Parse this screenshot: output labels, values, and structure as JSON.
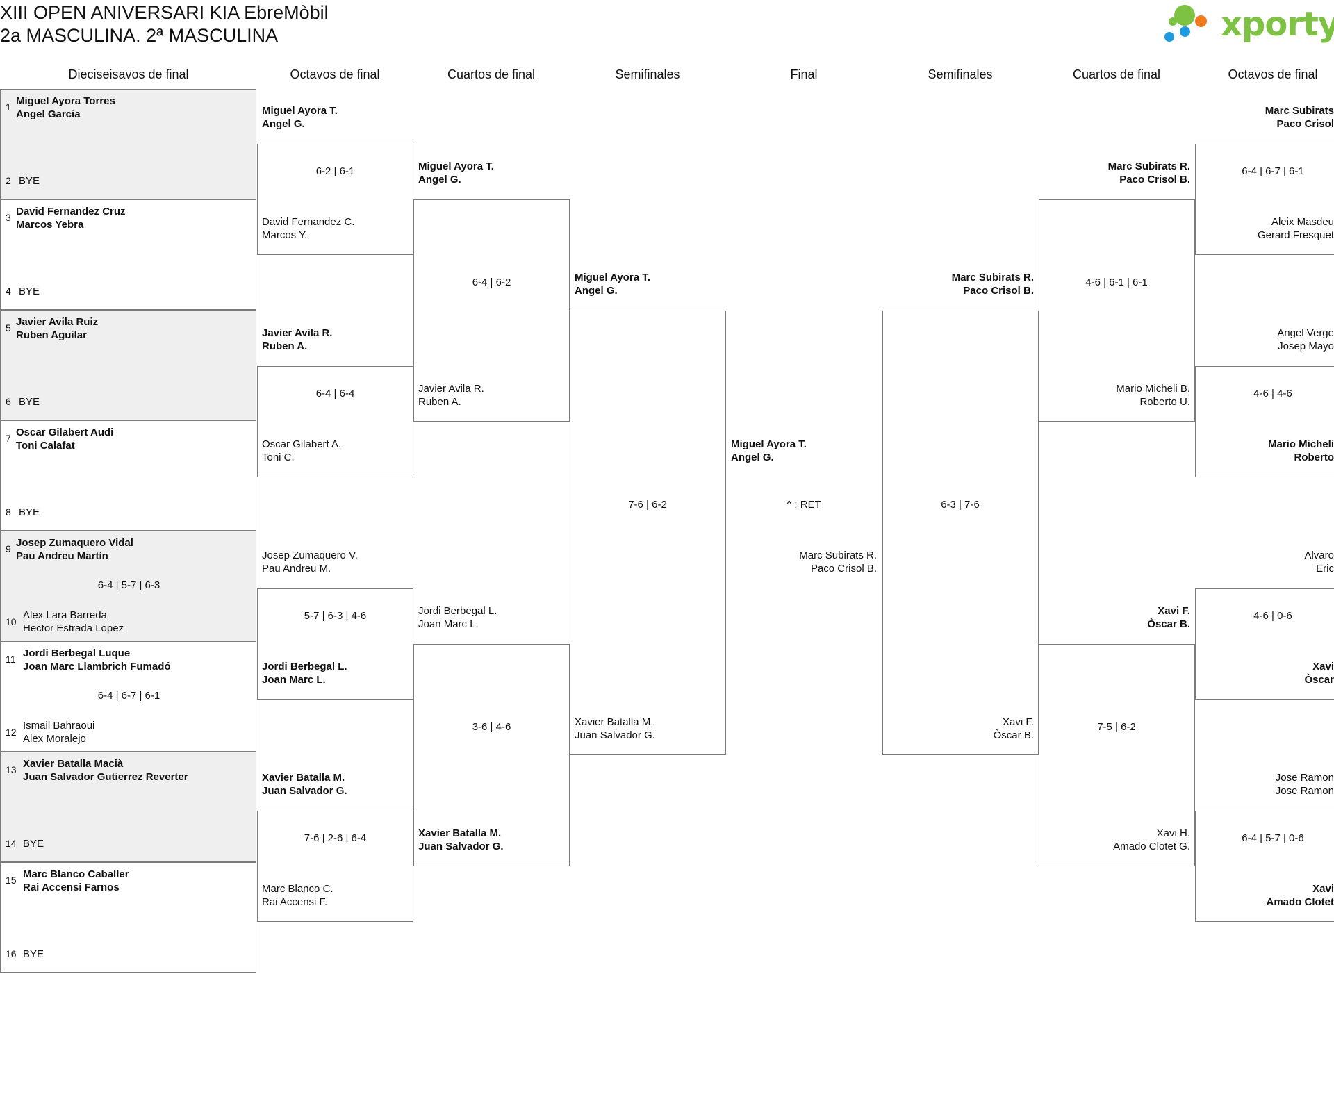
{
  "header": {
    "title_line1": "XIII OPEN ANIVERSARI KIA EbreMòbil",
    "title_line2": "2a MASCULINA. 2ª MASCULINA",
    "logo_text": "xporty",
    "logo_dot_colors": [
      "#7dc242",
      "#f07b1f",
      "#1e9be0",
      "#7dc242",
      "#1e9be0"
    ]
  },
  "colors": {
    "border": "#7a7a7a",
    "shade": "#efefef",
    "logo_green": "#7dc242",
    "logo_orange": "#f07b1f",
    "logo_blue": "#1e9be0"
  },
  "columns": [
    "Dieciseisavos de final",
    "Octavos de final",
    "Cuartos de final",
    "Semifinales",
    "Final",
    "Semifinales",
    "Cuartos de final",
    "Octavos de final"
  ],
  "round_of_32": [
    {
      "seed_a": "1",
      "a": "Miguel Ayora Torres\nAngel Garcia",
      "seed_b": "2",
      "b": "BYE",
      "winner": "a",
      "score": ""
    },
    {
      "seed_a": "3",
      "a": "David Fernandez Cruz\nMarcos Yebra",
      "seed_b": "4",
      "b": "BYE",
      "winner": "a",
      "score": ""
    },
    {
      "seed_a": "5",
      "a": "Javier Avila Ruiz\nRuben Aguilar",
      "seed_b": "6",
      "b": "BYE",
      "winner": "a",
      "score": ""
    },
    {
      "seed_a": "7",
      "a": "Oscar Gilabert Audi\nToni Calafat",
      "seed_b": "8",
      "b": "BYE",
      "winner": "a",
      "score": ""
    },
    {
      "seed_a": "9",
      "a": "Josep Zumaquero Vidal\nPau Andreu Martín",
      "seed_b": "10",
      "b": "Alex Lara Barreda\nHector Estrada Lopez",
      "winner": "a",
      "score": "6-4 | 5-7 | 6-3"
    },
    {
      "seed_a": "11",
      "a": "Jordi Berbegal Luque\nJoan Marc Llambrich Fumadó",
      "seed_b": "12",
      "b": "Ismail Bahraoui\nAlex Moralejo",
      "winner": "a",
      "score": "6-4 | 6-7 | 6-1"
    },
    {
      "seed_a": "13",
      "a": "Xavier Batalla Macià\nJuan Salvador Gutierrez Reverter",
      "seed_b": "14",
      "b": "BYE",
      "winner": "a",
      "score": ""
    },
    {
      "seed_a": "15",
      "a": "Marc Blanco Caballer\nRai Accensi Farnos",
      "seed_b": "16",
      "b": "BYE",
      "winner": "a",
      "score": ""
    }
  ],
  "left_r16": [
    {
      "a": "Miguel Ayora T.\nAngel G.",
      "b": "David Fernandez C.\nMarcos Y.",
      "score": "6-2 | 6-1",
      "winner": "a"
    },
    {
      "a": "Javier Avila R.\nRuben A.",
      "b": "Oscar Gilabert A.\nToni C.",
      "score": "6-4 | 6-4",
      "winner": "a"
    },
    {
      "a": "Josep Zumaquero V.\nPau Andreu M.",
      "b": "Jordi Berbegal L.\nJoan Marc L.",
      "score": "5-7 | 6-3 | 4-6",
      "winner": "b"
    },
    {
      "a": "Xavier Batalla M.\nJuan Salvador G.",
      "b": "Marc Blanco C.\nRai Accensi F.",
      "score": "7-6 | 2-6 | 6-4",
      "winner": "a"
    }
  ],
  "left_qf": [
    {
      "a": "Miguel Ayora T.\nAngel G.",
      "b": "Javier Avila R.\nRuben A.",
      "score": "6-4 | 6-2",
      "winner": "a"
    },
    {
      "a": "Jordi Berbegal L.\nJoan Marc L.",
      "b": "Xavier Batalla M.\nJuan Salvador G.",
      "score": "3-6 | 4-6",
      "winner": "b"
    }
  ],
  "left_sf": {
    "a": "Miguel Ayora T.\nAngel G.",
    "b": "Xavier Batalla M.\nJuan Salvador G.",
    "score": "7-6 | 6-2",
    "winner": "a"
  },
  "final": {
    "a": "Miguel Ayora T.\nAngel G.",
    "b": "Marc Subirats R.\nPaco Crisol B.",
    "score": "^ : RET",
    "winner": "a"
  },
  "right_sf": {
    "a": "Marc Subirats R.\nPaco Crisol B.",
    "b": "Xavi F.\nÒscar B.",
    "score": "6-3 | 7-6",
    "winner": "a"
  },
  "right_qf": [
    {
      "a": "Marc Subirats R.\nPaco Crisol B.",
      "b": "Mario Micheli B.\nRoberto U.",
      "score": "4-6 | 6-1 | 6-1",
      "winner": "a"
    },
    {
      "a": "Xavi F.\nÒscar B.",
      "b": "Xavi H.\nAmado Clotet G.",
      "score": "7-5 | 6-2",
      "winner": "a"
    }
  ],
  "right_r16": [
    {
      "a": "Marc Subirats\nPaco Crisol",
      "b": "Aleix Masdeu\nGerard Fresquet",
      "score": "6-4 | 6-7 | 6-1",
      "winner": "a"
    },
    {
      "a": "Angel Verge\nJosep Mayo",
      "b": "Mario Micheli\nRoberto",
      "score": "4-6 | 4-6",
      "winner": "b"
    },
    {
      "a": "Alvaro\nEric",
      "b": "Xavi\nÒscar",
      "score": "4-6 | 0-6",
      "winner": "b"
    },
    {
      "a": "Jose Ramon\nJose Ramon",
      "b": "Xavi\nAmado Clotet",
      "score": "6-4 | 5-7 | 0-6",
      "winner": "b"
    }
  ]
}
